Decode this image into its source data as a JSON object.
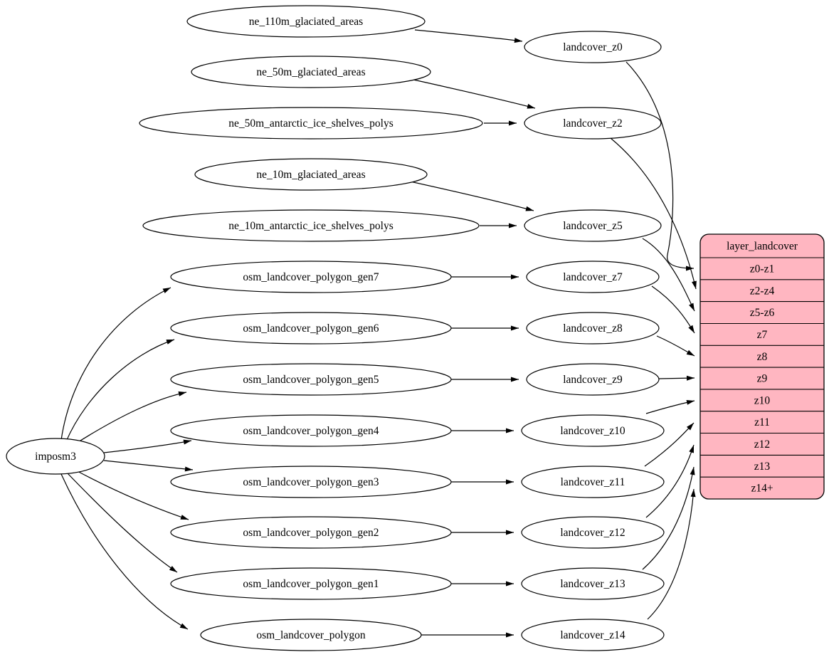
{
  "colors": {
    "background": "#ffffff",
    "node_fill": "#ffffff",
    "node_stroke": "#000000",
    "edge": "#000000",
    "table_fill": "#ffb6c1",
    "text": "#000000"
  },
  "ellipses": [
    {
      "id": "imposm3",
      "label": "imposm3"
    },
    {
      "id": "ne_110m_glaciated_areas",
      "label": "ne_110m_glaciated_areas"
    },
    {
      "id": "ne_50m_glaciated_areas",
      "label": "ne_50m_glaciated_areas"
    },
    {
      "id": "ne_50m_antarctic_ice_shelves_polys",
      "label": "ne_50m_antarctic_ice_shelves_polys"
    },
    {
      "id": "ne_10m_glaciated_areas",
      "label": "ne_10m_glaciated_areas"
    },
    {
      "id": "ne_10m_antarctic_ice_shelves_polys",
      "label": "ne_10m_antarctic_ice_shelves_polys"
    },
    {
      "id": "osm_landcover_polygon_gen7",
      "label": "osm_landcover_polygon_gen7"
    },
    {
      "id": "osm_landcover_polygon_gen6",
      "label": "osm_landcover_polygon_gen6"
    },
    {
      "id": "osm_landcover_polygon_gen5",
      "label": "osm_landcover_polygon_gen5"
    },
    {
      "id": "osm_landcover_polygon_gen4",
      "label": "osm_landcover_polygon_gen4"
    },
    {
      "id": "osm_landcover_polygon_gen3",
      "label": "osm_landcover_polygon_gen3"
    },
    {
      "id": "osm_landcover_polygon_gen2",
      "label": "osm_landcover_polygon_gen2"
    },
    {
      "id": "osm_landcover_polygon_gen1",
      "label": "osm_landcover_polygon_gen1"
    },
    {
      "id": "osm_landcover_polygon",
      "label": "osm_landcover_polygon"
    },
    {
      "id": "landcover_z0",
      "label": "landcover_z0"
    },
    {
      "id": "landcover_z2",
      "label": "landcover_z2"
    },
    {
      "id": "landcover_z5",
      "label": "landcover_z5"
    },
    {
      "id": "landcover_z7",
      "label": "landcover_z7"
    },
    {
      "id": "landcover_z8",
      "label": "landcover_z8"
    },
    {
      "id": "landcover_z9",
      "label": "landcover_z9"
    },
    {
      "id": "landcover_z10",
      "label": "landcover_z10"
    },
    {
      "id": "landcover_z11",
      "label": "landcover_z11"
    },
    {
      "id": "landcover_z12",
      "label": "landcover_z12"
    },
    {
      "id": "landcover_z13",
      "label": "landcover_z13"
    },
    {
      "id": "landcover_z14",
      "label": "landcover_z14"
    }
  ],
  "table": {
    "title": "layer_landcover",
    "rows": [
      "z0-z1",
      "z2-z4",
      "z5-z6",
      "z7",
      "z8",
      "z9",
      "z10",
      "z11",
      "z12",
      "z13",
      "z14+"
    ]
  },
  "edges": [
    {
      "from": "ne_110m_glaciated_areas",
      "to": "landcover_z0"
    },
    {
      "from": "ne_50m_glaciated_areas",
      "to": "landcover_z2"
    },
    {
      "from": "ne_50m_antarctic_ice_shelves_polys",
      "to": "landcover_z2"
    },
    {
      "from": "ne_10m_glaciated_areas",
      "to": "landcover_z5"
    },
    {
      "from": "ne_10m_antarctic_ice_shelves_polys",
      "to": "landcover_z5"
    },
    {
      "from": "imposm3",
      "to": "osm_landcover_polygon_gen7"
    },
    {
      "from": "imposm3",
      "to": "osm_landcover_polygon_gen6"
    },
    {
      "from": "imposm3",
      "to": "osm_landcover_polygon_gen5"
    },
    {
      "from": "imposm3",
      "to": "osm_landcover_polygon_gen4"
    },
    {
      "from": "imposm3",
      "to": "osm_landcover_polygon_gen3"
    },
    {
      "from": "imposm3",
      "to": "osm_landcover_polygon_gen2"
    },
    {
      "from": "imposm3",
      "to": "osm_landcover_polygon_gen1"
    },
    {
      "from": "imposm3",
      "to": "osm_landcover_polygon"
    },
    {
      "from": "osm_landcover_polygon_gen7",
      "to": "landcover_z7"
    },
    {
      "from": "osm_landcover_polygon_gen6",
      "to": "landcover_z8"
    },
    {
      "from": "osm_landcover_polygon_gen5",
      "to": "landcover_z9"
    },
    {
      "from": "osm_landcover_polygon_gen4",
      "to": "landcover_z10"
    },
    {
      "from": "osm_landcover_polygon_gen3",
      "to": "landcover_z11"
    },
    {
      "from": "osm_landcover_polygon_gen2",
      "to": "landcover_z12"
    },
    {
      "from": "osm_landcover_polygon_gen1",
      "to": "landcover_z13"
    },
    {
      "from": "osm_landcover_polygon",
      "to": "landcover_z14"
    },
    {
      "from": "landcover_z0",
      "to": "layer_landcover.z0-z1"
    },
    {
      "from": "landcover_z2",
      "to": "layer_landcover.z2-z4"
    },
    {
      "from": "landcover_z5",
      "to": "layer_landcover.z5-z6"
    },
    {
      "from": "landcover_z7",
      "to": "layer_landcover.z7"
    },
    {
      "from": "landcover_z8",
      "to": "layer_landcover.z8"
    },
    {
      "from": "landcover_z9",
      "to": "layer_landcover.z9"
    },
    {
      "from": "landcover_z10",
      "to": "layer_landcover.z10"
    },
    {
      "from": "landcover_z11",
      "to": "layer_landcover.z11"
    },
    {
      "from": "landcover_z12",
      "to": "layer_landcover.z12"
    },
    {
      "from": "landcover_z13",
      "to": "layer_landcover.z13"
    },
    {
      "from": "landcover_z14",
      "to": "layer_landcover.z14+"
    }
  ]
}
